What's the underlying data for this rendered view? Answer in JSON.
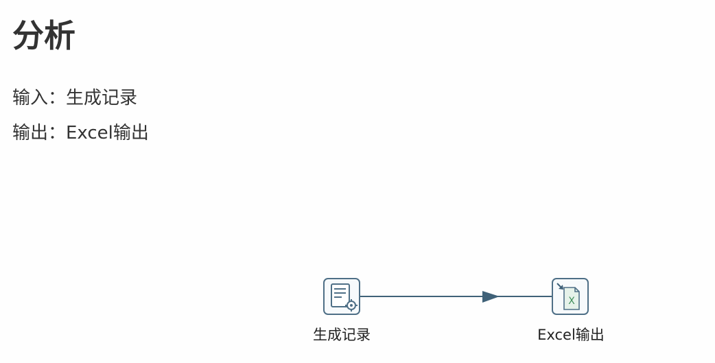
{
  "page": {
    "title": "分析",
    "input_line": "输入：生成记录",
    "output_line": "输出：Excel输出"
  },
  "diagram": {
    "nodes": [
      {
        "id": "gen",
        "label": "生成记录",
        "icon": "generate-rows-icon"
      },
      {
        "id": "excel",
        "label": "Excel输出",
        "icon": "excel-output-icon"
      }
    ],
    "edges": [
      {
        "from": "gen",
        "to": "excel"
      }
    ],
    "colors": {
      "node_border": "#4e6f86",
      "edge": "#3f6178",
      "excel_green": "#3f8f5a"
    }
  }
}
